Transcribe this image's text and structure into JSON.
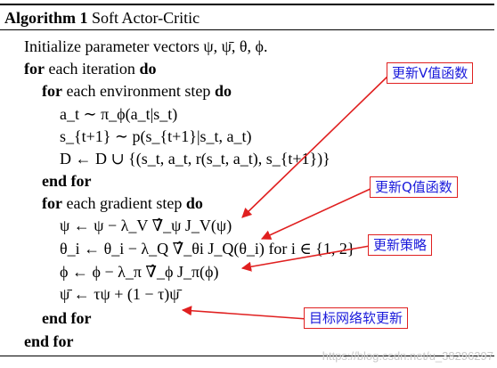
{
  "algorithm": {
    "number_label": "Algorithm 1",
    "title": "Soft Actor-Critic",
    "keywords": {
      "for": "for",
      "do": "do",
      "end_for": "end for"
    },
    "lines": {
      "init": "Initialize parameter vectors ψ, ψ̄, θ, ϕ.",
      "for_iter": "each iteration",
      "for_env": "each environment step",
      "env_a": "a_t ∼ π_ϕ(a_t|s_t)",
      "env_s": "s_{t+1} ∼ p(s_{t+1}|s_t, a_t)",
      "env_d": "D ← D ∪ {(s_t, a_t, r(s_t, a_t), s_{t+1})}",
      "for_grad": "each gradient step",
      "grad_psi": "ψ ← ψ − λ_V ∇̂_ψ J_V(ψ)",
      "grad_theta": "θ_i ← θ_i − λ_Q ∇̂_θi J_Q(θ_i)",
      "grad_theta_suffix": "for i ∈ {1, 2}",
      "grad_phi": "ϕ ← ϕ − λ_π ∇̂_ϕ J_π(ϕ)",
      "grad_psibar": "ψ̄ ← τψ + (1 − τ)ψ̄"
    }
  },
  "annotations": [
    {
      "id": "v",
      "text": "更新V值函数"
    },
    {
      "id": "q",
      "text": "更新Q值函数"
    },
    {
      "id": "policy",
      "text": "更新策略"
    },
    {
      "id": "target",
      "text": "目标网络软更新"
    }
  ],
  "watermark": "https://blog.csdn.net/u_38296297",
  "colors": {
    "annotation_border": "#e02020",
    "annotation_text": "#1a1adb",
    "arrow": "#e02020"
  }
}
